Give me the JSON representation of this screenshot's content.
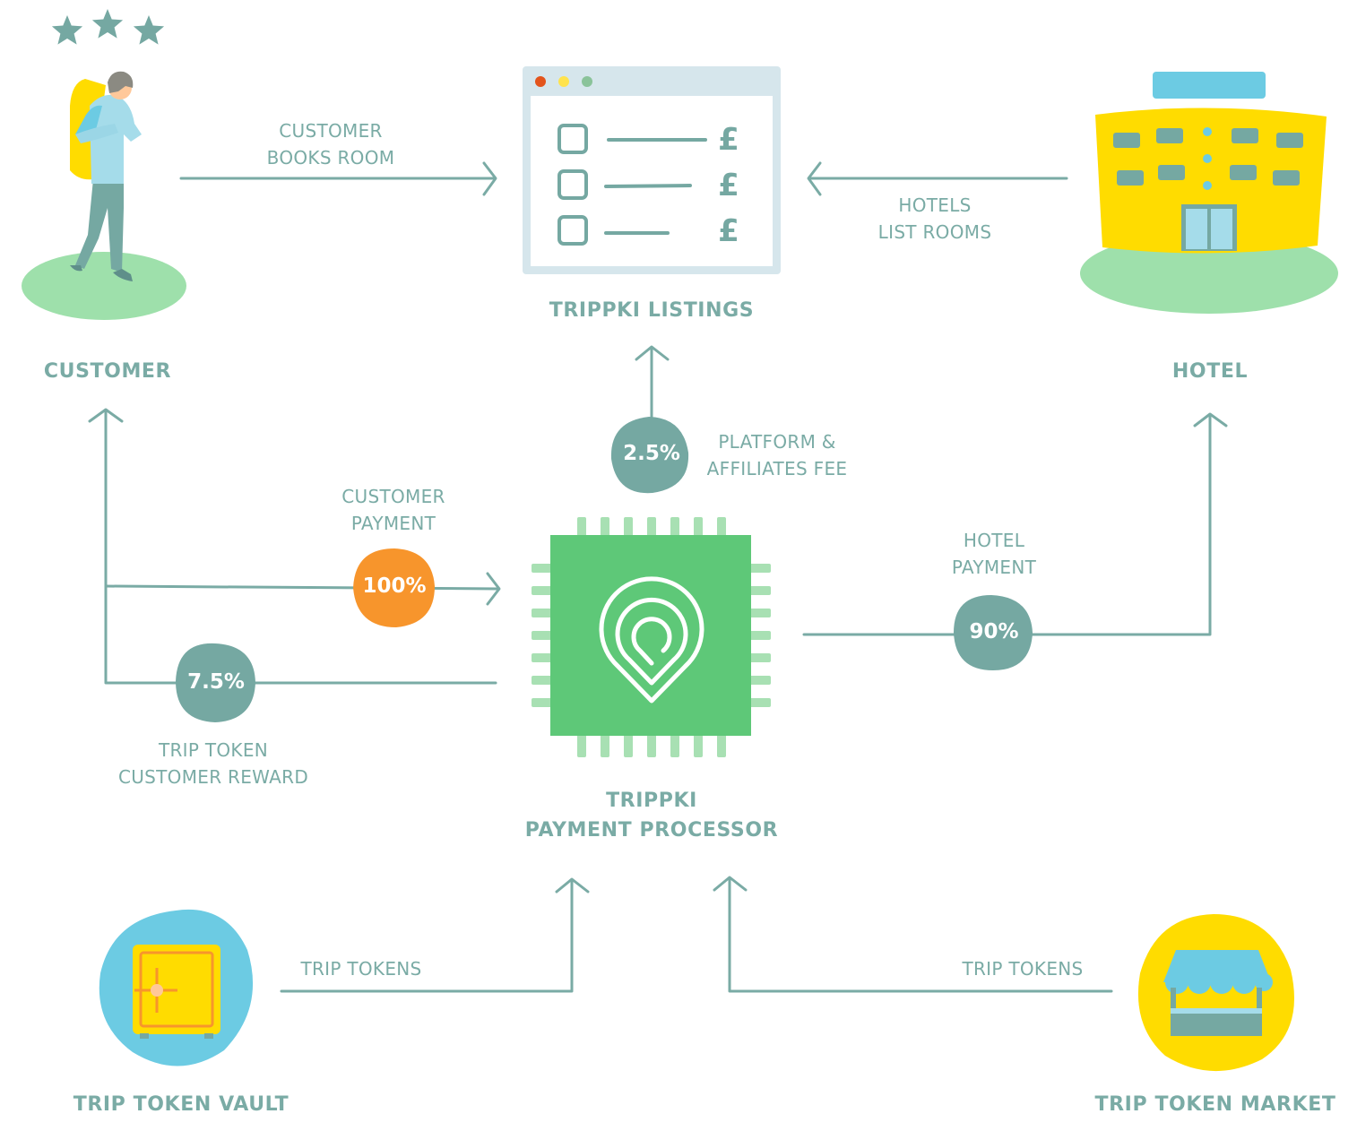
{
  "nodes": {
    "customer": "CUSTOMER",
    "listings": "TRIPPKI LISTINGS",
    "hotel": "HOTEL",
    "processor_line1": "TRIPPKI",
    "processor_line2": "PAYMENT PROCESSOR",
    "vault": "TRIP TOKEN VAULT",
    "market": "TRIP TOKEN MARKET"
  },
  "flows": {
    "customer_books": [
      "CUSTOMER",
      "BOOKS ROOM"
    ],
    "hotels_list": [
      "HOTELS",
      "LIST ROOMS"
    ],
    "platform_fee": [
      "PLATFORM &",
      "AFFILIATES FEE"
    ],
    "customer_payment": [
      "CUSTOMER",
      "PAYMENT"
    ],
    "hotel_payment": [
      "HOTEL",
      "PAYMENT"
    ],
    "customer_reward": [
      "TRIP TOKEN",
      "CUSTOMER REWARD"
    ],
    "vault_tokens": "TRIP TOKENS",
    "market_tokens": "TRIP TOKENS"
  },
  "percentages": {
    "platform_fee": "2.5%",
    "customer_payment": "100%",
    "customer_reward": "7.5%",
    "hotel_payment": "90%"
  },
  "listing_currency": [
    "£",
    "£",
    "£"
  ],
  "icons": {
    "rating": "three-stars-icon",
    "customer": "backpacker-icon",
    "listings": "browser-window-listings-icon",
    "hotel": "hotel-building-icon",
    "processor": "chip-with-location-pin-icon",
    "vault": "safe-icon",
    "market": "market-stall-icon"
  },
  "colors": {
    "text": "#7aaba5",
    "arrow": "#7aaba5",
    "badge": "#75a8a2",
    "payment_badge": "#f7952c",
    "chip": "#5ec878",
    "chip_pins": "#a8e0b3",
    "ground": "#9ee0ab",
    "yellow": "#ffdc00",
    "blue": "#6ccbe3",
    "window_frame": "#d6e6ec"
  }
}
